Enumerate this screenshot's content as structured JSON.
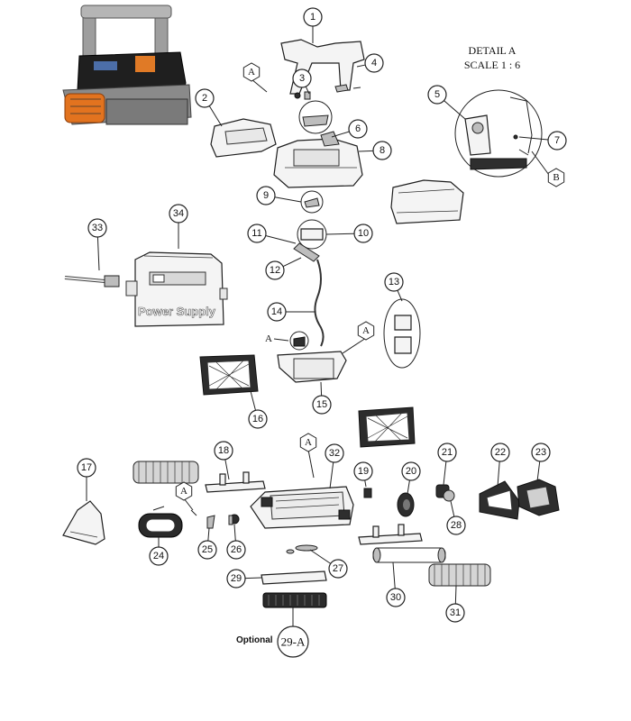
{
  "detail": {
    "title": "DETAIL A",
    "scale": "SCALE 1 : 6"
  },
  "power_supply_label": "Power Supply",
  "optional_label": "Optional",
  "callouts": [
    {
      "id": "c1",
      "label": "1"
    },
    {
      "id": "c2",
      "label": "2"
    },
    {
      "id": "c3",
      "label": "3"
    },
    {
      "id": "c4",
      "label": "4"
    },
    {
      "id": "c5",
      "label": "5"
    },
    {
      "id": "c6",
      "label": "6"
    },
    {
      "id": "c7",
      "label": "7"
    },
    {
      "id": "c8",
      "label": "8"
    },
    {
      "id": "c9",
      "label": "9"
    },
    {
      "id": "c10",
      "label": "10"
    },
    {
      "id": "c11",
      "label": "11"
    },
    {
      "id": "c12",
      "label": "12"
    },
    {
      "id": "c13",
      "label": "13"
    },
    {
      "id": "c14",
      "label": "14"
    },
    {
      "id": "c15",
      "label": "15"
    },
    {
      "id": "c16",
      "label": "16"
    },
    {
      "id": "c17",
      "label": "17"
    },
    {
      "id": "c18",
      "label": "18"
    },
    {
      "id": "c19",
      "label": "19"
    },
    {
      "id": "c20",
      "label": "20"
    },
    {
      "id": "c21",
      "label": "21"
    },
    {
      "id": "c22",
      "label": "22"
    },
    {
      "id": "c23",
      "label": "23"
    },
    {
      "id": "c24",
      "label": "24"
    },
    {
      "id": "c25",
      "label": "25"
    },
    {
      "id": "c26",
      "label": "26"
    },
    {
      "id": "c27",
      "label": "27"
    },
    {
      "id": "c28",
      "label": "28"
    },
    {
      "id": "c29",
      "label": "29"
    },
    {
      "id": "c29a",
      "label": "29-A"
    },
    {
      "id": "c30",
      "label": "30"
    },
    {
      "id": "c31",
      "label": "31"
    },
    {
      "id": "c32",
      "label": "32"
    },
    {
      "id": "c33",
      "label": "33"
    },
    {
      "id": "c34",
      "label": "34"
    }
  ],
  "references": [
    {
      "id": "r1",
      "label": "A"
    },
    {
      "id": "r2",
      "label": "A"
    },
    {
      "id": "r3",
      "label": "A"
    },
    {
      "id": "r4",
      "label": "A"
    },
    {
      "id": "r5",
      "label": "B"
    }
  ],
  "inline_ref_label": "A"
}
